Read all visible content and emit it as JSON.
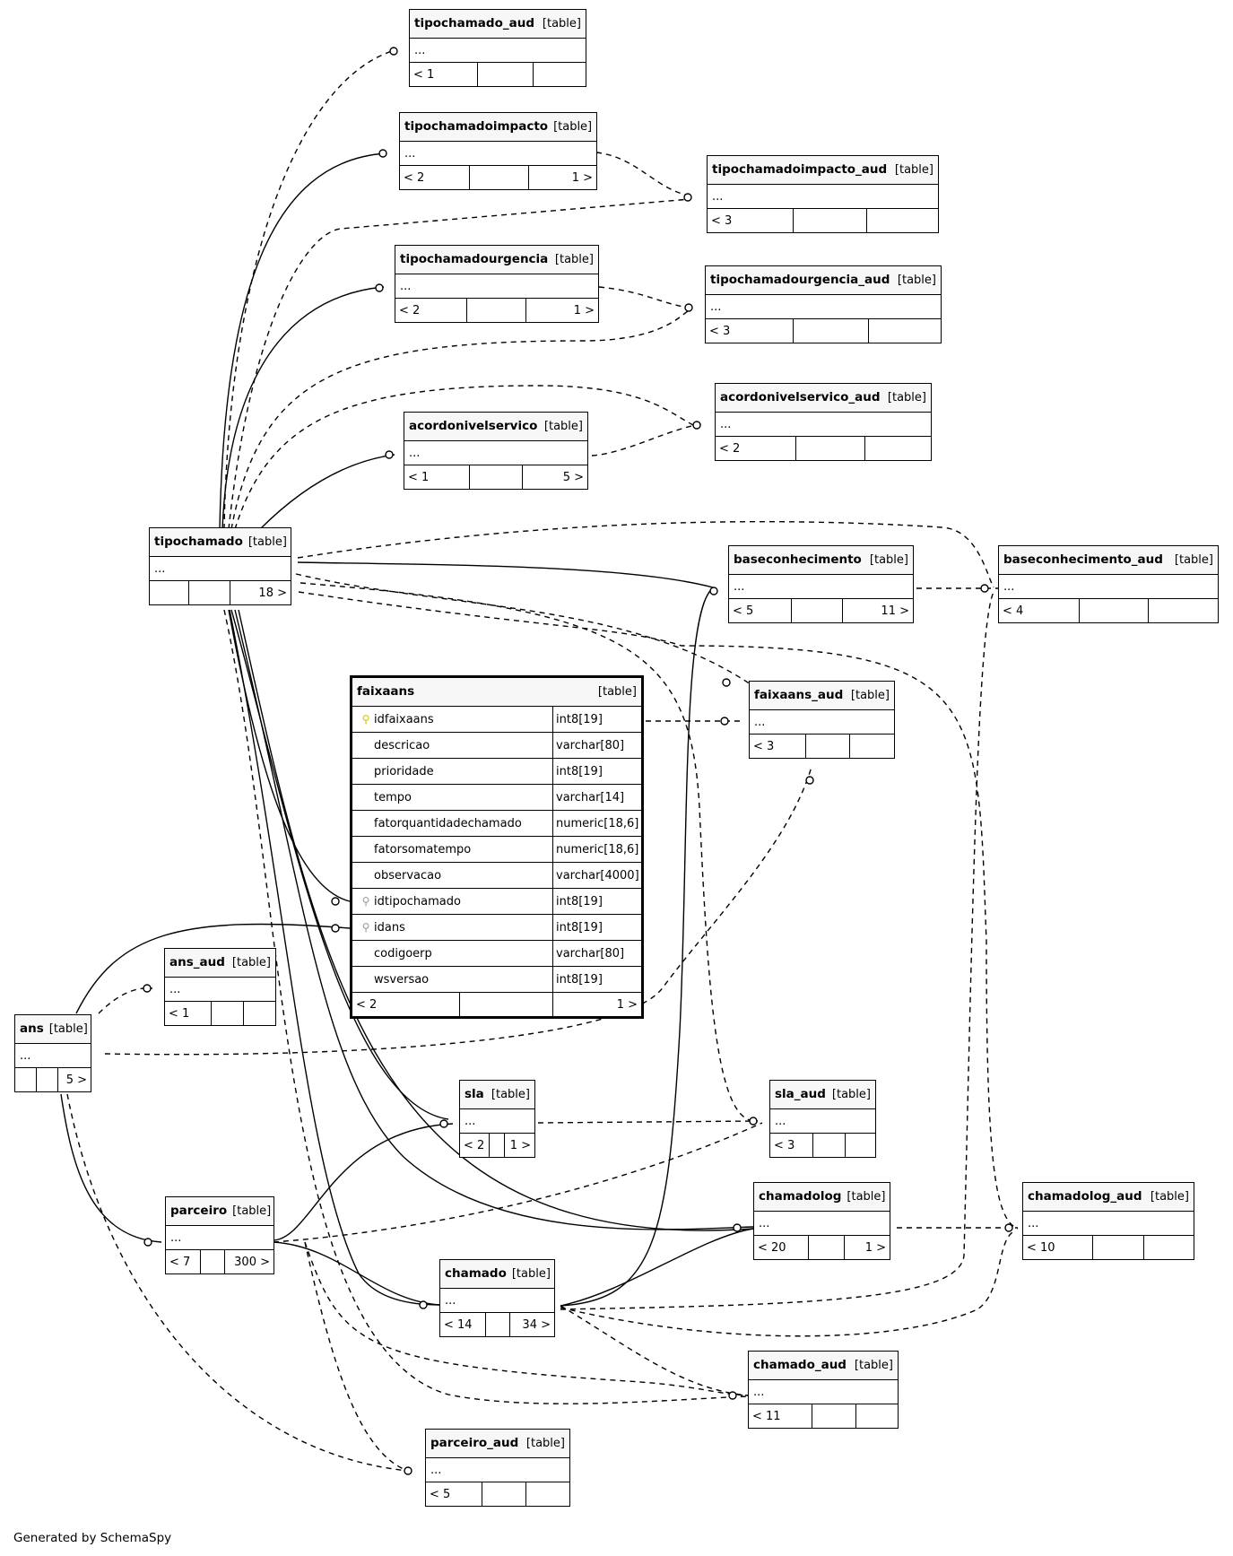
{
  "footer": "Generated by SchemaSpy",
  "tables": [
    {
      "id": "tipochamado_aud",
      "name": "tipochamado_aud",
      "kind": "[table]",
      "ellipsis": "...",
      "foot": [
        "< 1",
        "",
        ""
      ]
    },
    {
      "id": "tipochamadoimpacto",
      "name": "tipochamadoimpacto",
      "kind": "[table]",
      "ellipsis": "...",
      "foot": [
        "< 2",
        "",
        "1 >"
      ]
    },
    {
      "id": "tipochamadoimpacto_aud",
      "name": "tipochamadoimpacto_aud",
      "kind": "[table]",
      "ellipsis": "...",
      "foot": [
        "< 3",
        "",
        ""
      ]
    },
    {
      "id": "tipochamadourgencia",
      "name": "tipochamadourgencia",
      "kind": "[table]",
      "ellipsis": "...",
      "foot": [
        "< 2",
        "",
        "1 >"
      ]
    },
    {
      "id": "tipochamadourgencia_aud",
      "name": "tipochamadourgencia_aud",
      "kind": "[table]",
      "ellipsis": "...",
      "foot": [
        "< 3",
        "",
        ""
      ]
    },
    {
      "id": "acordonivelservico_aud",
      "name": "acordonivelservico_aud",
      "kind": "[table]",
      "ellipsis": "...",
      "foot": [
        "< 2",
        "",
        ""
      ]
    },
    {
      "id": "acordonivelservico",
      "name": "acordonivelservico",
      "kind": "[table]",
      "ellipsis": "...",
      "foot": [
        "< 1",
        "",
        "5 >"
      ]
    },
    {
      "id": "tipochamado",
      "name": "tipochamado",
      "kind": "[table]",
      "ellipsis": "...",
      "foot": [
        "",
        "",
        "18 >"
      ]
    },
    {
      "id": "baseconhecimento",
      "name": "baseconhecimento",
      "kind": "[table]",
      "ellipsis": "...",
      "foot": [
        "< 5",
        "",
        "11 >"
      ]
    },
    {
      "id": "baseconhecimento_aud",
      "name": "baseconhecimento_aud",
      "kind": "[table]",
      "ellipsis": "...",
      "foot": [
        "< 4",
        "",
        ""
      ]
    },
    {
      "id": "faixaans_aud",
      "name": "faixaans_aud",
      "kind": "[table]",
      "ellipsis": "...",
      "foot": [
        "< 3",
        "",
        ""
      ]
    },
    {
      "id": "ans_aud",
      "name": "ans_aud",
      "kind": "[table]",
      "ellipsis": "...",
      "foot": [
        "< 1",
        "",
        ""
      ]
    },
    {
      "id": "ans",
      "name": "ans",
      "kind": "[table]",
      "ellipsis": "...",
      "foot": [
        "",
        "",
        "5 >"
      ]
    },
    {
      "id": "sla",
      "name": "sla",
      "kind": "[table]",
      "ellipsis": "...",
      "foot": [
        "< 2",
        "",
        "1 >"
      ]
    },
    {
      "id": "sla_aud",
      "name": "sla_aud",
      "kind": "[table]",
      "ellipsis": "...",
      "foot": [
        "< 3",
        "",
        ""
      ]
    },
    {
      "id": "chamadolog",
      "name": "chamadolog",
      "kind": "[table]",
      "ellipsis": "...",
      "foot": [
        "< 20",
        "",
        "1 >"
      ]
    },
    {
      "id": "chamadolog_aud",
      "name": "chamadolog_aud",
      "kind": "[table]",
      "ellipsis": "...",
      "foot": [
        "< 10",
        "",
        ""
      ]
    },
    {
      "id": "parceiro",
      "name": "parceiro",
      "kind": "[table]",
      "ellipsis": "...",
      "foot": [
        "< 7",
        "",
        "300 >"
      ]
    },
    {
      "id": "chamado",
      "name": "chamado",
      "kind": "[table]",
      "ellipsis": "...",
      "foot": [
        "< 14",
        "",
        "34 >"
      ]
    },
    {
      "id": "chamado_aud",
      "name": "chamado_aud",
      "kind": "[table]",
      "ellipsis": "...",
      "foot": [
        "< 11",
        "",
        ""
      ]
    },
    {
      "id": "parceiro_aud",
      "name": "parceiro_aud",
      "kind": "[table]",
      "ellipsis": "...",
      "foot": [
        "< 5",
        "",
        ""
      ]
    }
  ],
  "focus_table": {
    "name": "faixaans",
    "kind": "[table]",
    "columns": [
      {
        "name": "idfaixaans",
        "type": "int8[19]",
        "key": "pk"
      },
      {
        "name": "descricao",
        "type": "varchar[80]",
        "key": ""
      },
      {
        "name": "prioridade",
        "type": "int8[19]",
        "key": ""
      },
      {
        "name": "tempo",
        "type": "varchar[14]",
        "key": ""
      },
      {
        "name": "fatorquantidadechamado",
        "type": "numeric[18,6]",
        "key": ""
      },
      {
        "name": "fatorsomatempo",
        "type": "numeric[18,6]",
        "key": ""
      },
      {
        "name": "observacao",
        "type": "varchar[4000]",
        "key": ""
      },
      {
        "name": "idtipochamado",
        "type": "int8[19]",
        "key": "fk"
      },
      {
        "name": "idans",
        "type": "int8[19]",
        "key": "fk"
      },
      {
        "name": "codigoerp",
        "type": "varchar[80]",
        "key": ""
      },
      {
        "name": "wsversao",
        "type": "int8[19]",
        "key": ""
      }
    ],
    "foot": [
      "< 2",
      "",
      "1 >"
    ]
  },
  "relationships": [
    {
      "from": "tipochamado",
      "to": "tipochamado_aud",
      "style": "dashed"
    },
    {
      "from": "tipochamado",
      "to": "tipochamadoimpacto",
      "style": "solid"
    },
    {
      "from": "tipochamado",
      "to": "tipochamadoimpacto_aud",
      "style": "dashed"
    },
    {
      "from": "tipochamadoimpacto",
      "to": "tipochamadoimpacto_aud",
      "style": "dashed"
    },
    {
      "from": "tipochamado",
      "to": "tipochamadourgencia",
      "style": "solid"
    },
    {
      "from": "tipochamado",
      "to": "tipochamadourgencia_aud",
      "style": "dashed"
    },
    {
      "from": "tipochamadourgencia",
      "to": "tipochamadourgencia_aud",
      "style": "dashed"
    },
    {
      "from": "tipochamado",
      "to": "acordonivelservico",
      "style": "solid"
    },
    {
      "from": "tipochamado",
      "to": "acordonivelservico_aud",
      "style": "dashed"
    },
    {
      "from": "acordonivelservico",
      "to": "acordonivelservico_aud",
      "style": "dashed"
    },
    {
      "from": "tipochamado",
      "to": "baseconhecimento",
      "style": "solid"
    },
    {
      "from": "tipochamado",
      "to": "baseconhecimento_aud",
      "style": "dashed"
    },
    {
      "from": "baseconhecimento",
      "to": "baseconhecimento_aud",
      "style": "dashed"
    },
    {
      "from": "tipochamado",
      "to": "faixaans_aud",
      "style": "dashed"
    },
    {
      "from": "faixaans",
      "to": "faixaans_aud",
      "style": "dashed"
    },
    {
      "from": "ans",
      "to": "faixaans_aud",
      "style": "dashed"
    },
    {
      "from": "tipochamado",
      "to": "faixaans",
      "style": "solid"
    },
    {
      "from": "ans",
      "to": "faixaans",
      "style": "solid"
    },
    {
      "from": "ans",
      "to": "ans_aud",
      "style": "dashed"
    },
    {
      "from": "tipochamado",
      "to": "sla",
      "style": "solid"
    },
    {
      "from": "tipochamado",
      "to": "sla_aud",
      "style": "dashed"
    },
    {
      "from": "sla",
      "to": "sla_aud",
      "style": "dashed"
    },
    {
      "from": "parceiro",
      "to": "sla",
      "style": "solid"
    },
    {
      "from": "parceiro",
      "to": "sla_aud",
      "style": "dashed"
    },
    {
      "from": "tipochamado",
      "to": "chamadolog",
      "style": "solid"
    },
    {
      "from": "chamado",
      "to": "chamadolog",
      "style": "solid"
    },
    {
      "from": "chamadolog",
      "to": "chamadolog_aud",
      "style": "dashed"
    },
    {
      "from": "tipochamado",
      "to": "chamadolog_aud",
      "style": "dashed"
    },
    {
      "from": "chamado",
      "to": "chamadolog_aud",
      "style": "dashed"
    },
    {
      "from": "ans",
      "to": "parceiro",
      "style": "solid"
    },
    {
      "from": "tipochamado",
      "to": "chamado",
      "style": "solid"
    },
    {
      "from": "parceiro",
      "to": "chamado",
      "style": "solid"
    },
    {
      "from": "chamado",
      "to": "baseconhecimento",
      "style": "solid"
    },
    {
      "from": "chamado",
      "to": "baseconhecimento_aud",
      "style": "dashed"
    },
    {
      "from": "chamado",
      "to": "chamado_aud",
      "style": "dashed"
    },
    {
      "from": "parceiro",
      "to": "chamado_aud",
      "style": "dashed"
    },
    {
      "from": "tipochamado",
      "to": "chamado_aud",
      "style": "dashed"
    },
    {
      "from": "parceiro",
      "to": "parceiro_aud",
      "style": "dashed"
    },
    {
      "from": "ans",
      "to": "parceiro_aud",
      "style": "dashed"
    }
  ]
}
